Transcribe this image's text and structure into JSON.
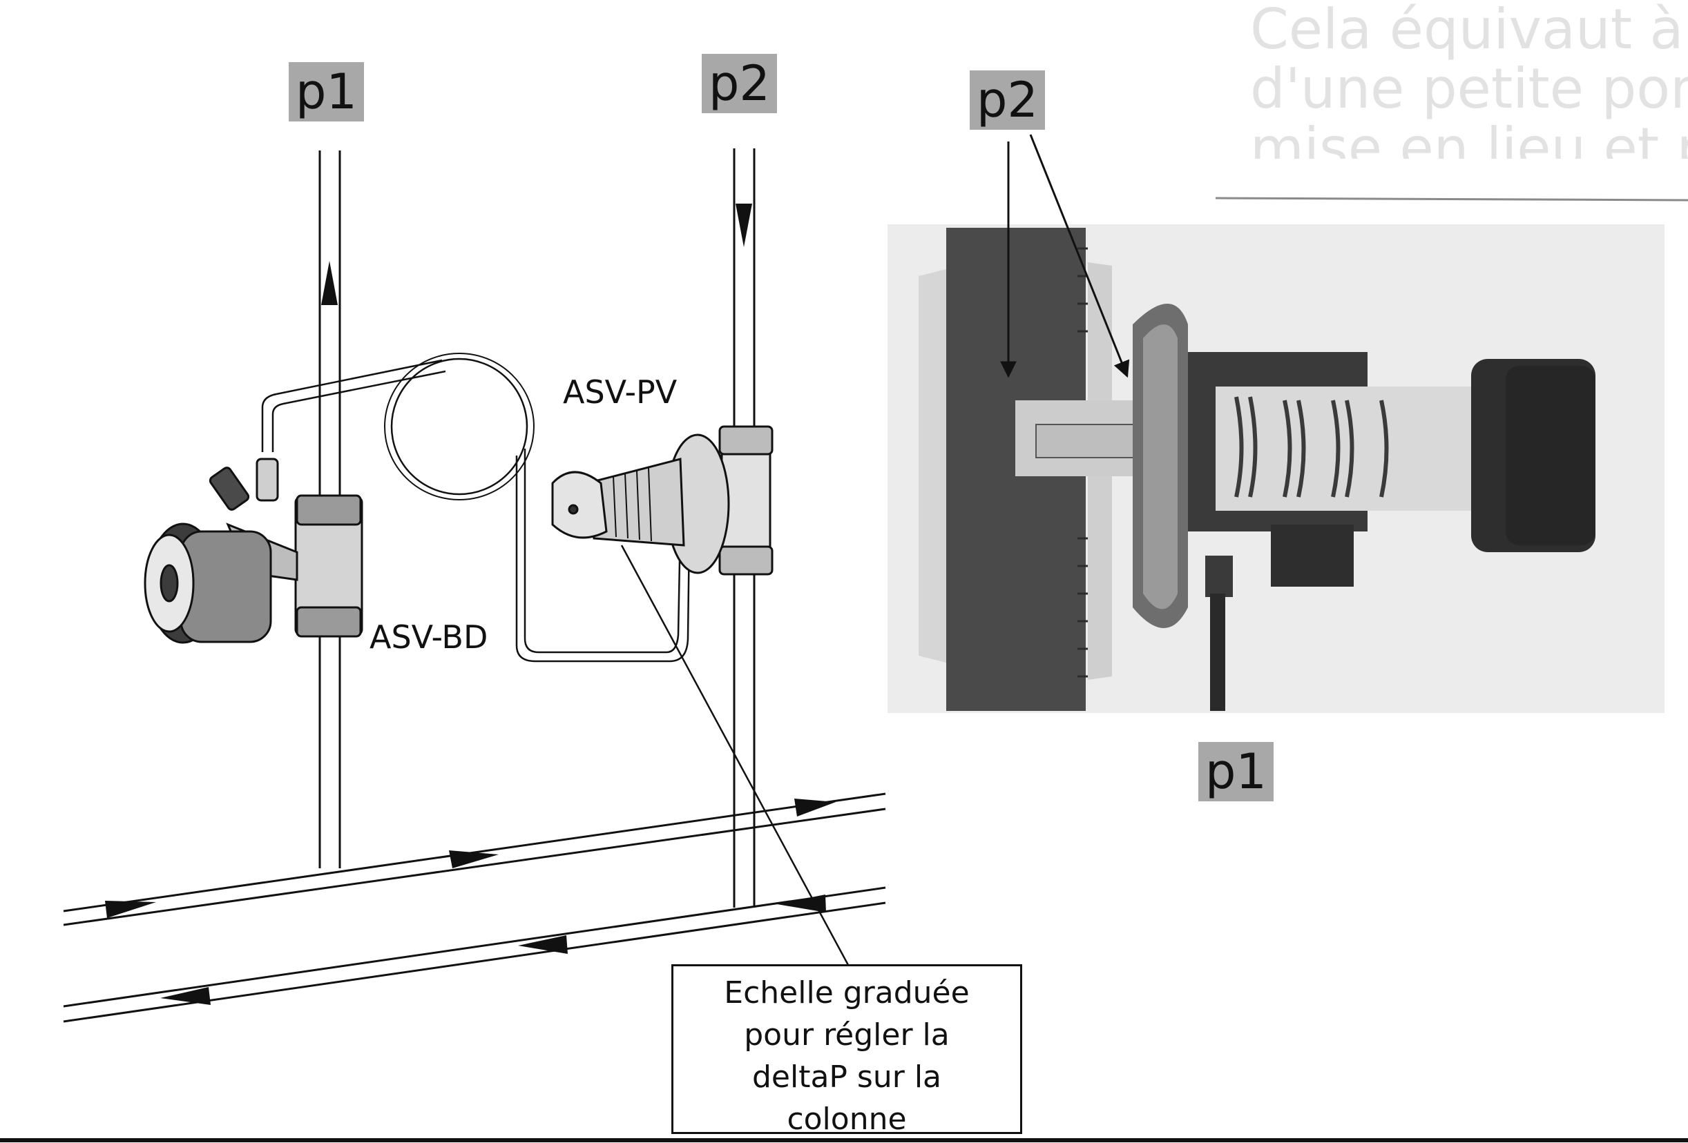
{
  "labels": {
    "p1_left": "p1",
    "p2_left": "p2",
    "p2_right": "p2",
    "p1_right": "p1",
    "asv_pv": "ASV-PV",
    "asv_bd": "ASV-BD"
  },
  "note": {
    "lines": [
      "Echelle graduée",
      "pour régler la",
      "deltaP sur la",
      "colonne"
    ]
  },
  "background_text": {
    "lines": [
      "Cela équivaut à",
      "d'une petite pomp",
      "mise en lieu et pla"
    ]
  },
  "colors": {
    "tag_background": "#a8a8a8",
    "line": "#111111",
    "cutaway_background": "#ececec"
  }
}
